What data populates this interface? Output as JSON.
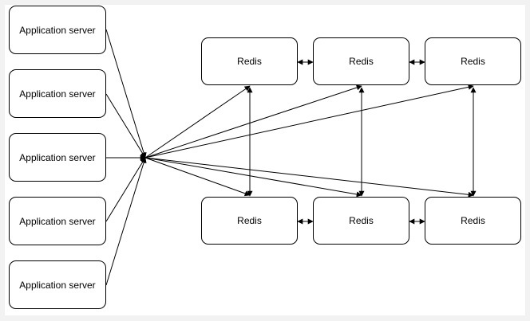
{
  "diagram": {
    "app_servers": [
      {
        "label": "Application server"
      },
      {
        "label": "Application server"
      },
      {
        "label": "Application server"
      },
      {
        "label": "Application server"
      },
      {
        "label": "Application server"
      }
    ],
    "redis_nodes": [
      {
        "label": "Redis"
      },
      {
        "label": "Redis"
      },
      {
        "label": "Redis"
      },
      {
        "label": "Redis"
      },
      {
        "label": "Redis"
      },
      {
        "label": "Redis"
      }
    ],
    "colors": {
      "stroke": "#000000",
      "box_fill": "#ffffff",
      "background": "#f2f2f2"
    }
  }
}
